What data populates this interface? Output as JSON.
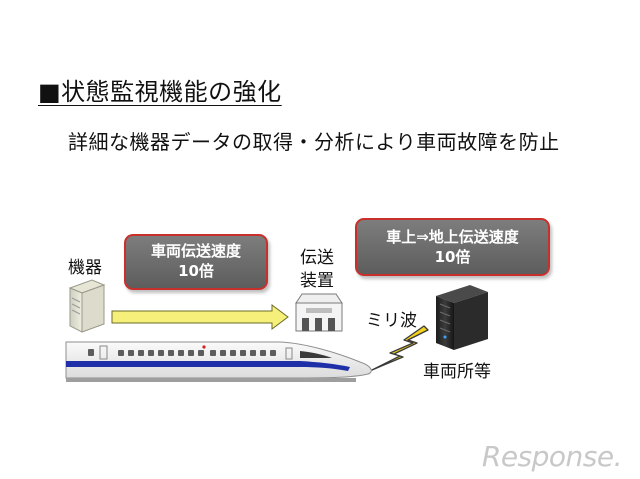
{
  "slide": {
    "heading": "■状態監視機能の強化",
    "subheading": "詳細な機器データの取得・分析により車両故障を防止"
  },
  "diagram": {
    "device_label": "機器",
    "transmitter_label_line1": "伝送",
    "transmitter_label_line2": "装置",
    "millimeter_wave_label": "ミリ波",
    "server_label": "車両所等",
    "callout_train": {
      "line1": "車両伝送速度",
      "line2": "10倍"
    },
    "callout_ground": {
      "line1": "車上⇒地上伝送速度",
      "line2": "10倍"
    }
  },
  "colors": {
    "callout_fill": "#6e6e6e",
    "callout_border": "#c9302c",
    "arrow_fill": "#f6f07a",
    "bolt_fill": "#f2d21e",
    "train_stripe": "#1f2fa8"
  },
  "watermark": {
    "text": "Response."
  }
}
